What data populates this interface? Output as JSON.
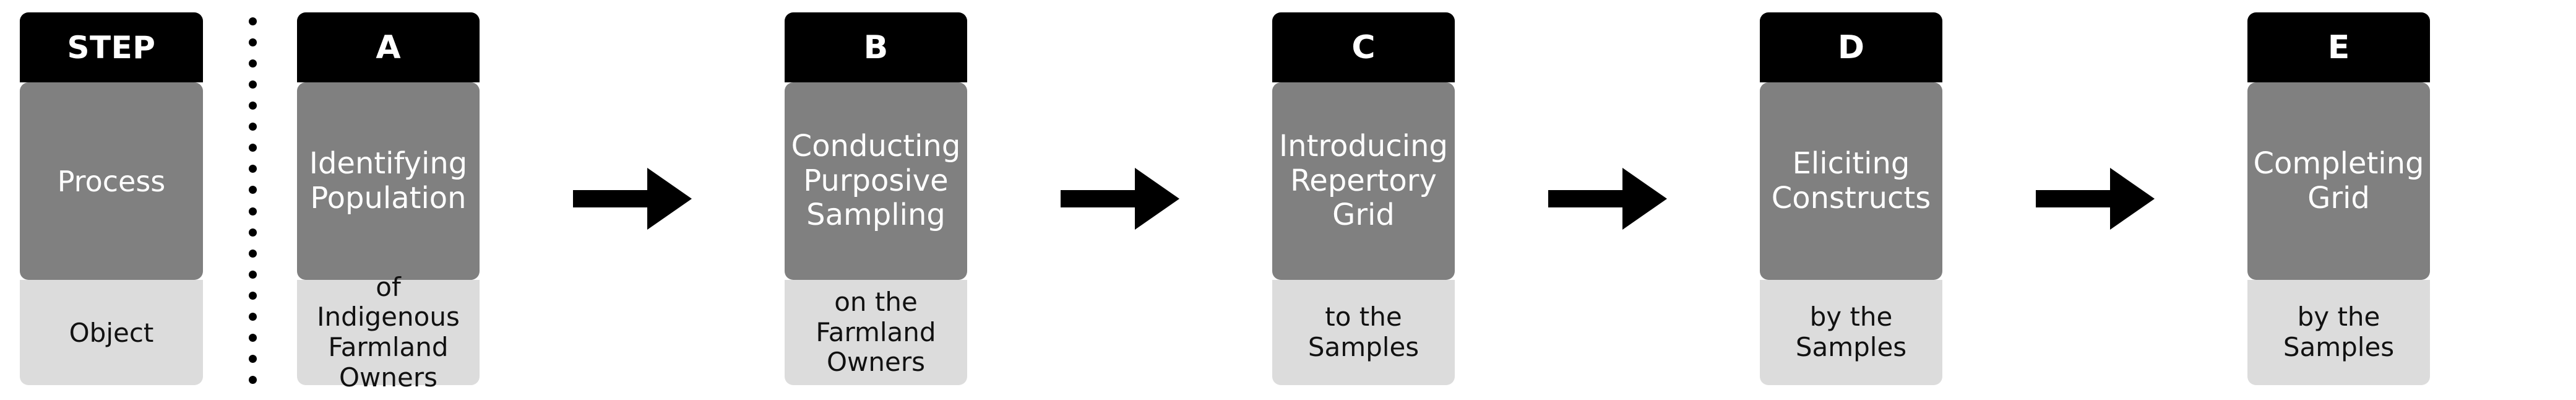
{
  "legend": {
    "header_label": "STEP",
    "process_label": "Process",
    "object_label": "Object"
  },
  "colors": {
    "header_bg": "#000000",
    "process_bg": "#808080",
    "object_bg": "#DCDCDC",
    "header_text": "#FFFFFF",
    "process_text": "#FFFFFF",
    "object_text": "#111111",
    "arrow": "#000000",
    "divider_dot": "#000000",
    "canvas_bg": "#FFFFFF"
  },
  "divider": {
    "style": "dotted-vertical",
    "dot_count": 18
  },
  "steps": [
    {
      "id": "A",
      "process_line1": "Identifying",
      "process_line2": "Population",
      "object_line1": "of Indigenous",
      "object_line2": "Farmland Owners"
    },
    {
      "id": "B",
      "process_line1": "Conducting",
      "process_line2": "Purposive",
      "process_line3": "Sampling",
      "object_line1": "on the Farmland",
      "object_line2": "Owners"
    },
    {
      "id": "C",
      "process_line1": "Introducing",
      "process_line2": "Repertory Grid",
      "object_line1": "to the",
      "object_line2": "Samples"
    },
    {
      "id": "D",
      "process_line1": "Eliciting",
      "process_line2": "Constructs",
      "object_line1": "by the",
      "object_line2": "Samples"
    },
    {
      "id": "E",
      "process_line1": "Completing",
      "process_line2": "Grid",
      "object_line1": "by the",
      "object_line2": "Samples"
    }
  ],
  "arrows": [
    {
      "from": "A",
      "to": "B"
    },
    {
      "from": "B",
      "to": "C"
    },
    {
      "from": "C",
      "to": "D"
    },
    {
      "from": "D",
      "to": "E"
    }
  ]
}
